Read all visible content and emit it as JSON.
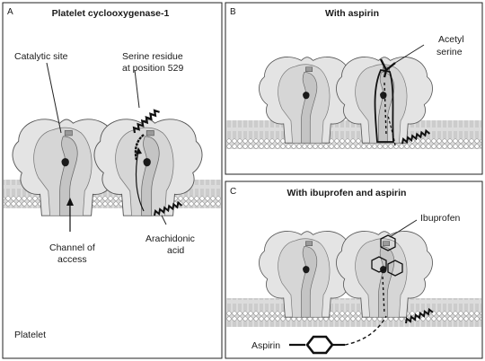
{
  "panels": {
    "a": {
      "letter": "A",
      "title": "Platelet cyclooxygenase-1",
      "catalytic_site": "Catalytic site",
      "serine_line1": "Serine residue",
      "serine_line2": "at position 529",
      "channel_line1": "Channel of",
      "channel_line2": "access",
      "arachidonic_line1": "Arachidonic",
      "arachidonic_line2": "acid",
      "platelet": "Platelet"
    },
    "b": {
      "letter": "B",
      "title": "With aspirin",
      "acetyl_line1": "Acetyl",
      "acetyl_line2": "serine"
    },
    "c": {
      "letter": "C",
      "title": "With ibuprofen and aspirin",
      "ibuprofen": "Ibuprofen",
      "aspirin": "Aspirin"
    }
  },
  "colors": {
    "background": "#ffffff",
    "membrane": "#d2d2d2",
    "protein": "#e6e6e6",
    "outline": "#444444",
    "channel": "#cfcfcf"
  }
}
